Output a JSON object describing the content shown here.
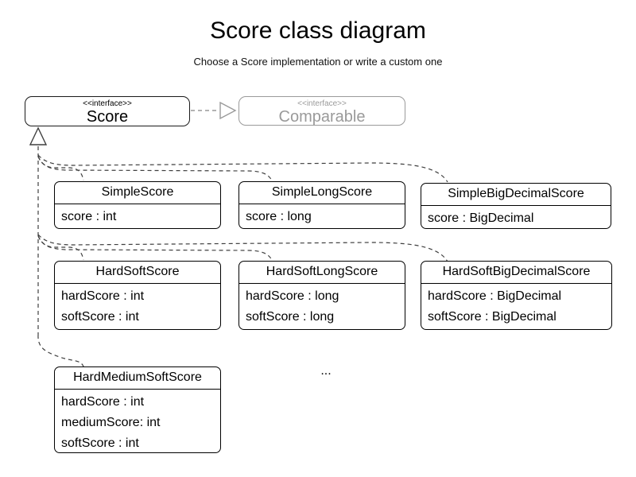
{
  "title": "Score class diagram",
  "subtitle": "Choose a Score implementation or write a custom one",
  "interfaces": {
    "score": {
      "stereotype": "<<interface>>",
      "name": "Score"
    },
    "comparable": {
      "stereotype": "<<interface>>",
      "name": "Comparable"
    }
  },
  "classes": [
    {
      "name": "SimpleScore",
      "attributes": [
        "score : int"
      ]
    },
    {
      "name": "SimpleLongScore",
      "attributes": [
        "score : long"
      ]
    },
    {
      "name": "SimpleBigDecimalScore",
      "attributes": [
        "score : BigDecimal"
      ]
    },
    {
      "name": "HardSoftScore",
      "attributes": [
        "hardScore : int",
        "softScore : int"
      ]
    },
    {
      "name": "HardSoftLongScore",
      "attributes": [
        "hardScore : long",
        "softScore : long"
      ]
    },
    {
      "name": "HardSoftBigDecimalScore",
      "attributes": [
        "hardScore : BigDecimal",
        "softScore : BigDecimal"
      ]
    },
    {
      "name": "HardMediumSoftScore",
      "attributes": [
        "hardScore : int",
        "mediumScore: int",
        "softScore : int"
      ]
    }
  ],
  "ellipsis": "...",
  "colors": {
    "box-border": "#1a1a1a",
    "muted": "#9a9a9a",
    "connector": "#3f3f3f"
  }
}
